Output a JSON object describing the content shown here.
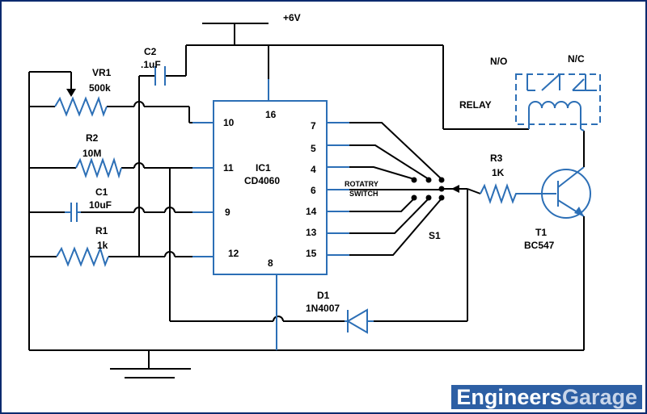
{
  "supply": {
    "label": "+6V"
  },
  "ic": {
    "ref": "IC1",
    "part": "CD4060",
    "pins": {
      "p10": "10",
      "p11": "11",
      "p9": "9",
      "p12": "12",
      "p16": "16",
      "p8": "8",
      "p7": "7",
      "p5": "5",
      "p4": "4",
      "p6": "6",
      "p14": "14",
      "p13": "13",
      "p15": "15"
    }
  },
  "components": {
    "vr1": {
      "ref": "VR1",
      "value": "500k"
    },
    "r2": {
      "ref": "R2",
      "value": "10M"
    },
    "c1": {
      "ref": "C1",
      "value": "10uF"
    },
    "r1": {
      "ref": "R1",
      "value": "1k"
    },
    "c2": {
      "ref": "C2",
      "value": ".1uF"
    },
    "r3": {
      "ref": "R3",
      "value": "1K"
    },
    "t1": {
      "ref": "T1",
      "value": "BC547"
    },
    "d1": {
      "ref": "D1",
      "value": "1N4007"
    },
    "relay": {
      "label": "RELAY",
      "no": "N/O",
      "nc": "N/C"
    },
    "switch": {
      "ref": "S1",
      "line1": "ROTATRY",
      "line2": "SWITCH"
    }
  },
  "brand": {
    "part1": "Engineers",
    "part2": "Garage"
  },
  "colors": {
    "wire": "#000000",
    "component": "#2c6fb6",
    "brand_bg": "#2d5fa4"
  }
}
